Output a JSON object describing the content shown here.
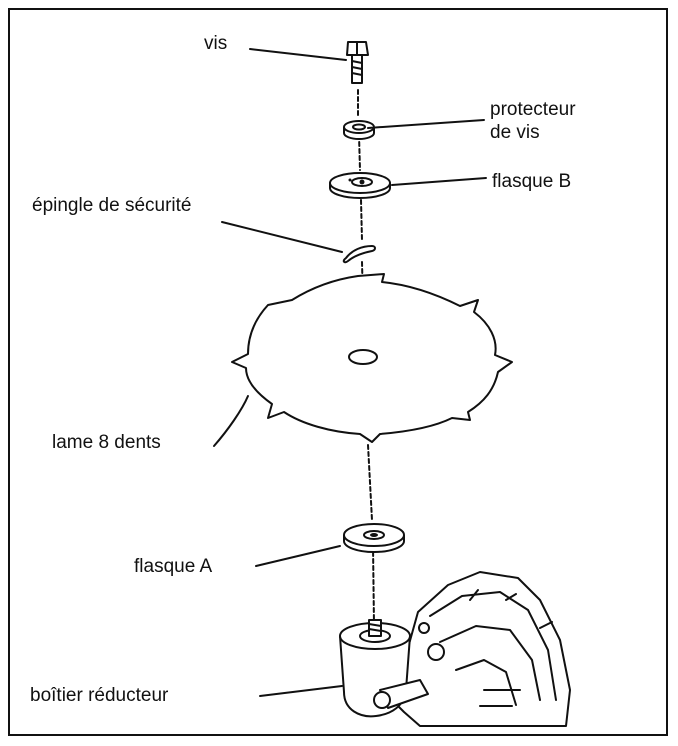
{
  "labels": {
    "screw": "vis",
    "screw_guard_line1": "protecteur",
    "screw_guard_line2": "de vis",
    "flange_b": "flasque B",
    "safety_pin": "épingle de sécurité",
    "blade": "lame 8 dents",
    "flange_a": "flasque A",
    "gear_case": "boîtier réducteur"
  },
  "colors": {
    "ink": "#111111",
    "paper": "#ffffff"
  }
}
